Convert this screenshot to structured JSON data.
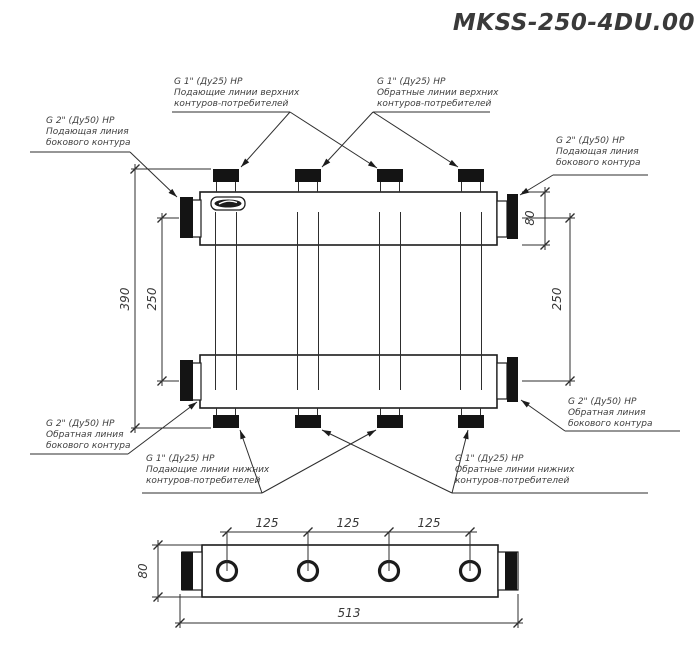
{
  "title": "MKSS-250-4DU.00",
  "connection_labels": {
    "top_left": {
      "lines": [
        "G 2\" (Ду50) НР",
        "Подающая линия",
        "бокового контура"
      ]
    },
    "top_supply_upper": {
      "lines": [
        "G 1\" (Ду25) НР",
        "Подающие линии верхних",
        "контуров-потребителей"
      ]
    },
    "top_return_upper": {
      "lines": [
        "G 1\" (Ду25) НР",
        "Обратные линии верхних",
        "контуров-потребителей"
      ]
    },
    "top_right": {
      "lines": [
        "G 2\" (Ду50) НР",
        "Подающая линия",
        "бокового контура"
      ]
    },
    "bottom_left": {
      "lines": [
        "G 2\" (Ду50) НР",
        "Обратная линия",
        "бокового контура"
      ]
    },
    "bottom_supply_lower": {
      "lines": [
        "G 1\" (Ду25) НР",
        "Подающие линии нижних",
        "контуров-потребителей"
      ]
    },
    "bottom_return_lower": {
      "lines": [
        "G 1\" (Ду25) НР",
        "Обратные линии нижних",
        "контуров-потребителей"
      ]
    },
    "bottom_right": {
      "lines": [
        "G 2\" (Ду50) НР",
        "Обратная линия",
        "бокового контура"
      ]
    }
  },
  "dimensions": {
    "front_view": {
      "overall_height": "390",
      "left_spacing": "250",
      "collector_height": "80",
      "right_spacing": "250"
    },
    "bottom_view": {
      "spacing_1": "125",
      "spacing_2": "125",
      "spacing_3": "125",
      "collector_width": "80",
      "overall_length": "513"
    }
  },
  "colors": {
    "line": "#2e2e2e",
    "fitting_fill": "#141414",
    "text": "#3f3f3f",
    "background": "#ffffff"
  }
}
